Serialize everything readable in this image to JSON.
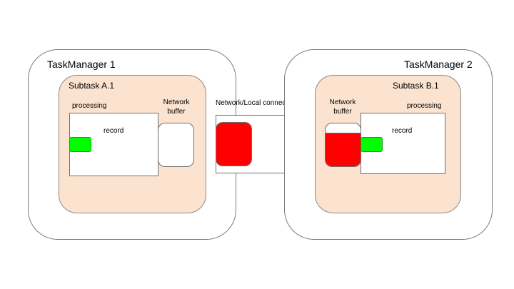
{
  "colors": {
    "subtask_fill": "#fbe3cf",
    "record_green": "#00ff00",
    "buffer_red": "#ff0000",
    "outline": "#707070"
  },
  "taskmanager1": {
    "title": "TaskManager 1",
    "subtask": {
      "title": "Subtask A.1",
      "processing_label": "processing",
      "record_label": "record",
      "network_buffer_label": "Network\nbuffer",
      "buffer_fill_fraction": 0
    }
  },
  "connection": {
    "label": "Network/Local connection"
  },
  "taskmanager2": {
    "title": "TaskManager 2",
    "subtask": {
      "title": "Subtask B.1",
      "processing_label": "processing",
      "record_label": "record",
      "network_buffer_label": "Network\nbuffer",
      "buffer_fill_fraction": 0.78
    }
  }
}
